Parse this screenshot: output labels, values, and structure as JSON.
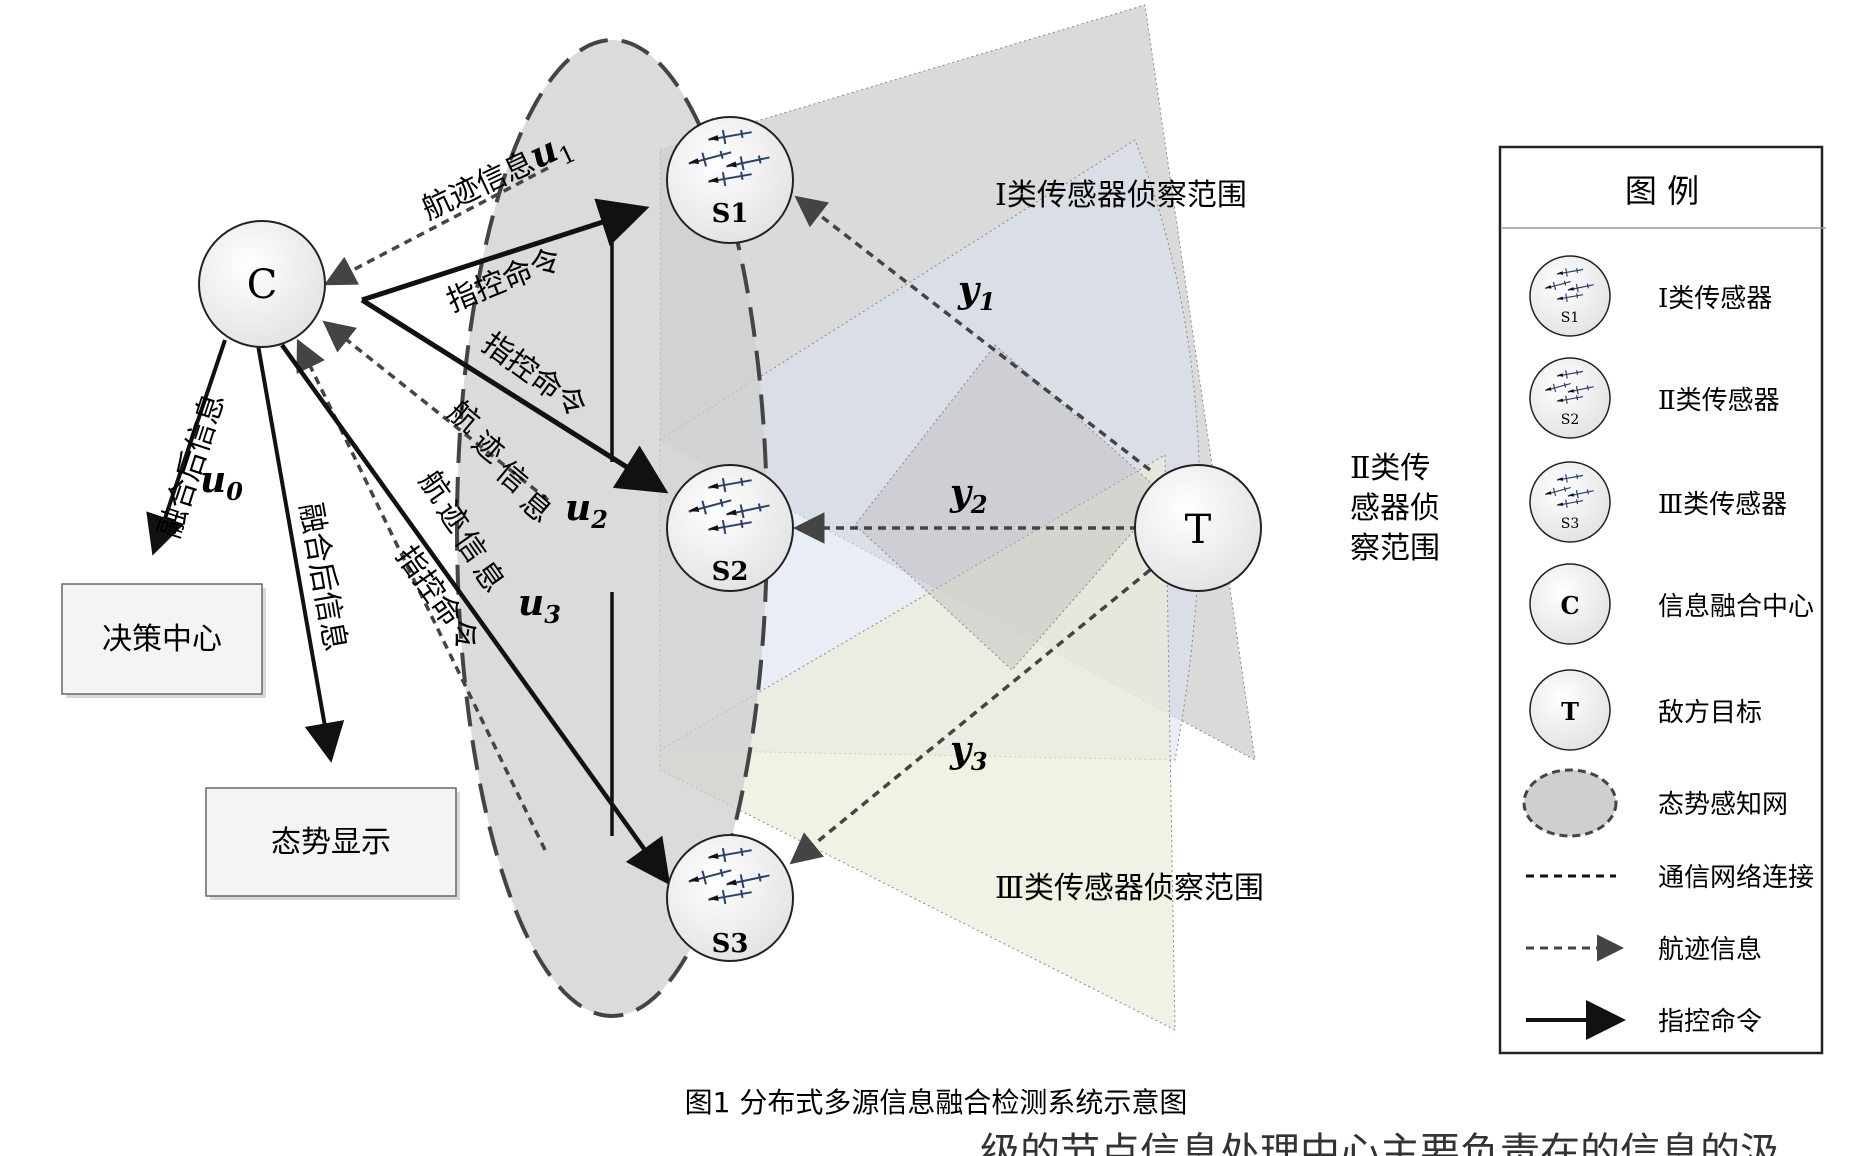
{
  "nodes": {
    "center": "C",
    "target": "T",
    "s1": "S1",
    "s2": "S2",
    "s3": "S3"
  },
  "boxes": {
    "decision": "决策中心",
    "situation": "态势显示"
  },
  "edge_labels": {
    "track_info_u1": "航迹信息",
    "u1": "u",
    "u1_sub": "1",
    "cmd_s1": "指控命令",
    "cmd_s2": "指控命令",
    "track_u2_chars": [
      "航",
      "迹",
      "信",
      "息"
    ],
    "u2": "u",
    "u2_sub": "2",
    "track_u3_chars": [
      "航",
      "迹",
      "信",
      "息"
    ],
    "u3": "u",
    "u3_sub": "3",
    "cmd_s3": "指控命令",
    "fused_u0": "融合后信息",
    "u0": "u",
    "u0_sub": "0",
    "fused_display": "融合后信息",
    "y1": "y",
    "y1_sub": "1",
    "y2": "y",
    "y2_sub": "2",
    "y3": "y",
    "y3_sub": "3"
  },
  "ranges": {
    "type1": "Ⅰ类传感器侦察范围",
    "type2_lines": [
      "Ⅱ类传",
      "感器侦",
      "察范围"
    ],
    "type3": "Ⅲ类传感器侦察范围"
  },
  "legend": {
    "title": "图  例",
    "items": [
      {
        "icon": "sensor-icon",
        "sub": "S1",
        "label": "Ⅰ类传感器"
      },
      {
        "icon": "sensor-icon",
        "sub": "S2",
        "label": "Ⅱ类传感器"
      },
      {
        "icon": "sensor-icon",
        "sub": "S3",
        "label": "Ⅲ类传感器"
      },
      {
        "icon": "circle-c",
        "sub": "C",
        "label": "信息融合中心"
      },
      {
        "icon": "circle-t",
        "sub": "T",
        "label": "敌方目标"
      },
      {
        "icon": "network-ellipse",
        "label": "态势感知网"
      },
      {
        "icon": "dashed-line",
        "label": "通信网络连接"
      },
      {
        "icon": "dashed-arrow",
        "label": "航迹信息"
      },
      {
        "icon": "solid-arrow",
        "label": "指控命令"
      }
    ]
  },
  "caption": "图1  分布式多源信息融合检测系统示意图",
  "bottom_text": "级的节点信息处理中心主要负责在的信息的汲",
  "colors": {
    "range1": "#c9c9c9",
    "range2": "#dbe3f0",
    "range3": "#e9ecd9",
    "network": "#c8c8c8",
    "node_fill": "#ececec",
    "uav": "#2a3f6b"
  }
}
